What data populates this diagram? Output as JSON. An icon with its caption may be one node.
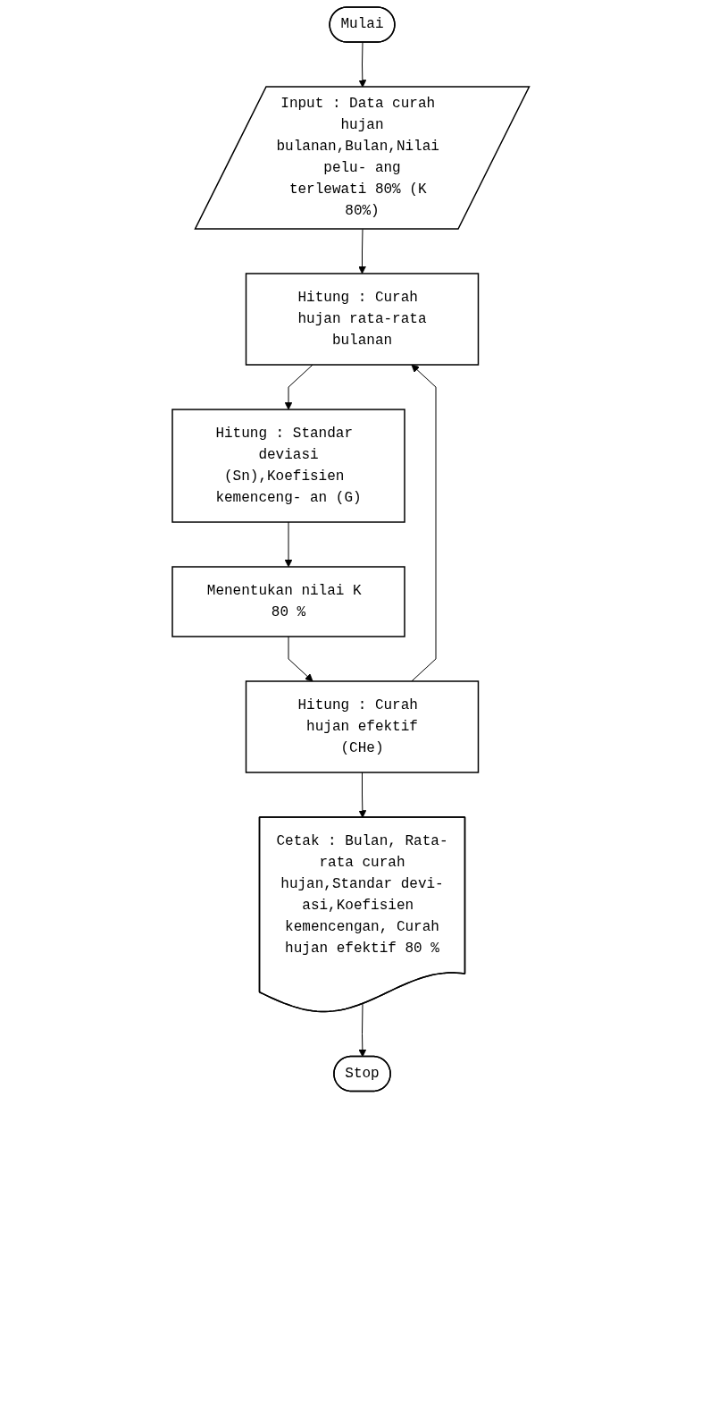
{
  "diagram": {
    "nodes": [
      {
        "text": [
          "Mulai"
        ]
      },
      {
        "text": [
          "Input : Data curah hujan bulanan,Bulan,Nilai pelu- ang terlewati 80% (K 80%)"
        ]
      },
      {
        "text": [
          "Hitung : Curah hujan rata-rata bulanan"
        ]
      },
      {
        "text": [
          "Hitung : Standar deviasi (Sn),Koefisien kemenceng- an (G)"
        ]
      },
      {
        "text": [
          "Menentukan nilai K 80 %"
        ]
      },
      {
        "text": [
          "Hitung : Curah hujan efektif (CHe)"
        ]
      },
      {
        "text": [
          "Cetak : Bulan, Rata-rata curah hujan,Standar devi- asi,Koefisien kemencengan, Curah hujan efektif 80 %"
        ]
      },
      {
        "text": [
          "Stop"
        ]
      }
    ],
    "edges": [
      {
        "from": 0,
        "to": 1,
        "arrow": "to"
      },
      {
        "from": 1,
        "to": 2,
        "arrow": "to"
      },
      {
        "from": 2,
        "to": 3,
        "arrow": "to"
      },
      {
        "from": 3,
        "to": 4,
        "arrow": "to"
      },
      {
        "from": 4,
        "to": 5,
        "arrow": "to"
      },
      {
        "from": 5,
        "to": 6,
        "arrow": "to"
      },
      {
        "from": 6,
        "to": 7,
        "arrow": "to"
      },
      {
        "from": 5,
        "to": 2,
        "arrow": "to"
      }
    ]
  }
}
